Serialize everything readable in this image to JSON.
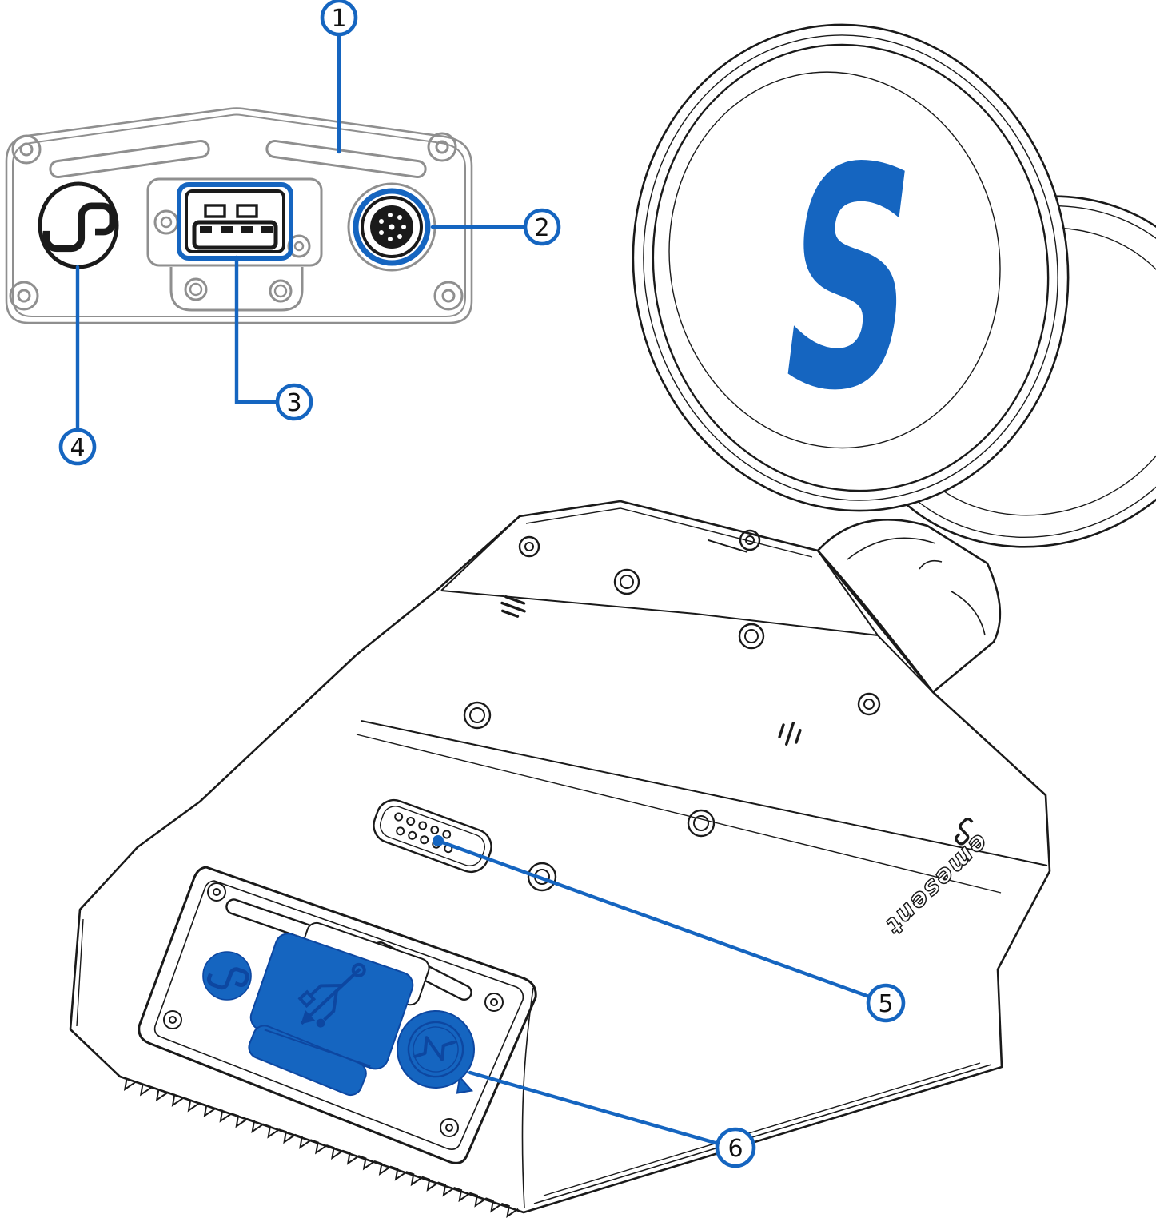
{
  "colors": {
    "accent": "#1565C0",
    "accent_dark": "#0d47a1",
    "ink": "#1a1a1a",
    "muted": "#8f8f8f"
  },
  "icons": {
    "brand_logo": "s-wave-icon",
    "usb_cover": "usb-trident-icon",
    "power_cap": "pulse-icon"
  },
  "branding": {
    "disc_letter": "S",
    "side_text": "emesent"
  },
  "callouts": [
    {
      "id": "1"
    },
    {
      "id": "2"
    },
    {
      "id": "3"
    },
    {
      "id": "4"
    },
    {
      "id": "5"
    },
    {
      "id": "6"
    }
  ]
}
